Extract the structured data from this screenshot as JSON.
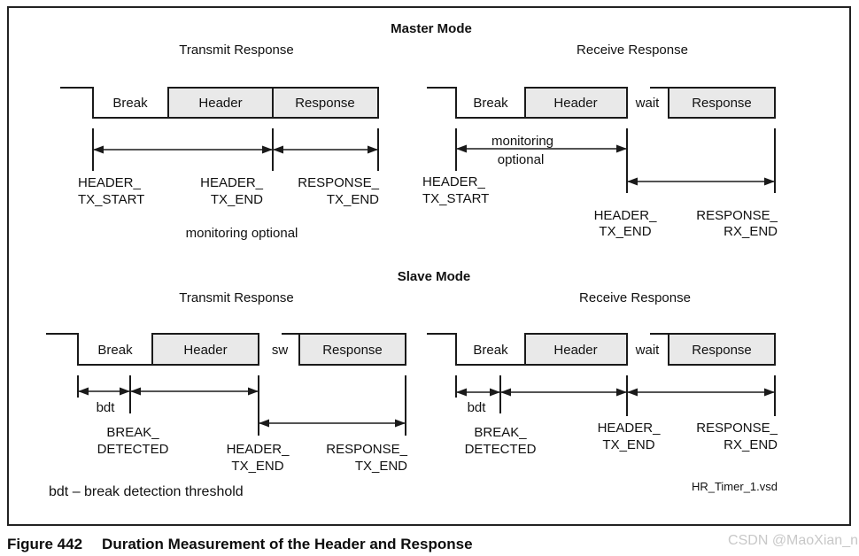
{
  "colors": {
    "box_fill": "#e9e9e9",
    "line": "#1a1a1a",
    "watermark_color": "#c8c8c8"
  },
  "figure": {
    "master": {
      "mode_title": "Master Mode",
      "tx": {
        "title": "Transmit Response",
        "break": "Break",
        "header": "Header",
        "response": "Response",
        "start_l1": "HEADER_",
        "start_l2": "TX_START",
        "hend_l1": "HEADER_",
        "hend_l2": "TX_END",
        "rend_l1": "RESPONSE_",
        "rend_l2": "TX_END",
        "note": "monitoring optional"
      },
      "rx": {
        "title": "Receive Response",
        "break": "Break",
        "header": "Header",
        "wait": "wait",
        "response": "Response",
        "mon_l1": "monitoring",
        "mon_l2": "optional",
        "start_l1": "HEADER_",
        "start_l2": "TX_START",
        "hend_l1": "HEADER_",
        "hend_l2": "TX_END",
        "rend_l1": "RESPONSE_",
        "rend_l2": "RX_END"
      }
    },
    "slave": {
      "mode_title": "Slave Mode",
      "tx": {
        "title": "Transmit Response",
        "break": "Break",
        "header": "Header",
        "sw": "sw",
        "response": "Response",
        "bdt": "bdt",
        "bd_l1": "BREAK_",
        "bd_l2": "DETECTED",
        "hend_l1": "HEADER_",
        "hend_l2": "TX_END",
        "rend_l1": "RESPONSE_",
        "rend_l2": "TX_END"
      },
      "rx": {
        "title": "Receive Response",
        "break": "Break",
        "header": "Header",
        "wait": "wait",
        "response": "Response",
        "bdt": "bdt",
        "bd_l1": "BREAK_",
        "bd_l2": "DETECTED",
        "hend_l1": "HEADER_",
        "hend_l2": "TX_END",
        "rend_l1": "RESPONSE_",
        "rend_l2": "RX_END"
      }
    },
    "footnote": "bdt – break detection threshold",
    "file_label": "HR_Timer_1.vsd"
  },
  "caption": {
    "number": "Figure 442",
    "title": "Duration Measurement of the Header and Response"
  },
  "watermark": "CSDN @MaoXian_n"
}
